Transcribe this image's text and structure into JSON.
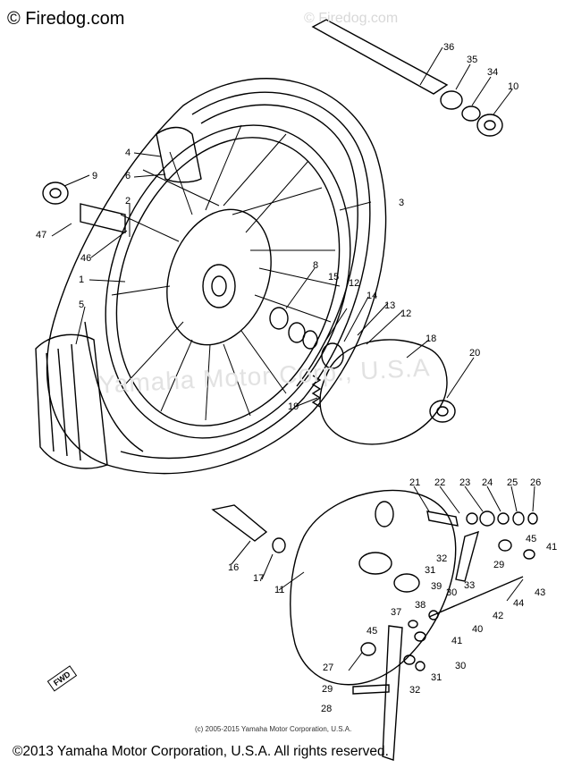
{
  "header": {
    "brand": "© Firedog.com"
  },
  "watermarks": {
    "top": "© Firedog.com",
    "middle": "Yamaha Motor Corp., U.S.A"
  },
  "arrow_label": "FWD",
  "copyright_small": "(c) 2005-2015 Yamaha Motor Corporation, U.S.A.",
  "footer": {
    "copyright": "©2013 Yamaha Motor Corporation, U.S.A. All rights reserved."
  },
  "part_numbers": [
    "36",
    "35",
    "34",
    "10",
    "9",
    "4",
    "6",
    "3",
    "2",
    "47",
    "46",
    "1",
    "5",
    "8",
    "15",
    "12",
    "14",
    "13",
    "12",
    "18",
    "20",
    "19",
    "21",
    "22",
    "23",
    "24",
    "25",
    "26",
    "16",
    "17",
    "11",
    "32",
    "31",
    "33",
    "29",
    "41",
    "45",
    "43",
    "30",
    "38",
    "44",
    "39",
    "37",
    "42",
    "40",
    "45",
    "41",
    "27",
    "30",
    "31",
    "32",
    "29",
    "28"
  ]
}
